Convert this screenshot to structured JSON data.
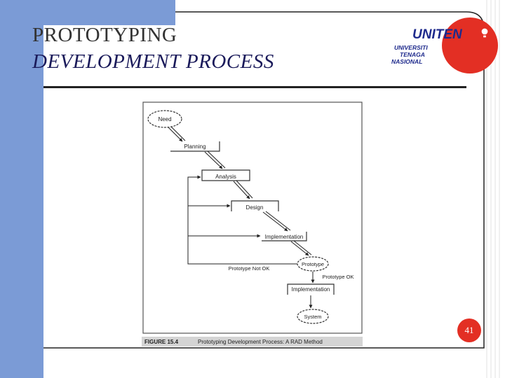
{
  "slide": {
    "title_line1": "PROTOTYPING",
    "title_line2": "DEVELOPMENT PROCESS",
    "page_number": "41"
  },
  "logo": {
    "brand": "UNITEN",
    "line1": "UNIVERSITI",
    "line2": "TENAGA",
    "line3": "NASIONAL"
  },
  "diagram": {
    "steps": {
      "need": "Need",
      "planning": "Planning",
      "analysis": "Analysis",
      "design": "Design",
      "implementation": "Implementation",
      "prototype": "Prototype",
      "implementation2": "Implementation",
      "system": "System"
    },
    "labels": {
      "not_ok": "Prototype Not OK",
      "ok": "Prototype OK"
    },
    "caption_label": "FIGURE 15.4",
    "caption_text": "Prototyping Development Process: A RAD Method"
  },
  "colors": {
    "sidebar": "#7b9bd6",
    "accent_red": "#e32f24",
    "logo_blue": "#1e2a8c"
  }
}
